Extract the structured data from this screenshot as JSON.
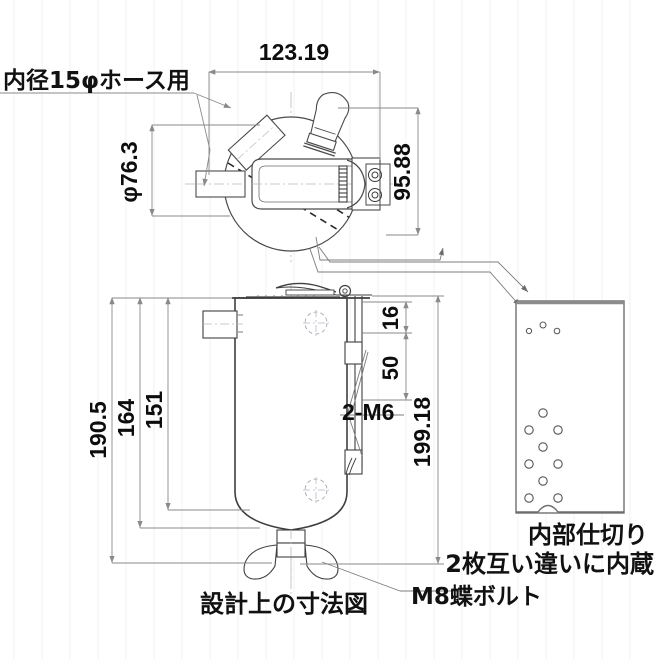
{
  "drawing": {
    "title": "設計上の寸法図",
    "background_color": "#ffffff",
    "line_color": "#3f3f3f",
    "dim_line_color": "#8a8a8a",
    "text_color": "#111111"
  },
  "labels": {
    "hose_note": "内径15φホース用",
    "partition_note_line1": "内部仕切り",
    "partition_note_line2": "2枚互い違いに内蔵",
    "bolt_note": "M8蝶ボルト",
    "thread_note": "2-M6",
    "title_note": "設計上の寸法図"
  },
  "dimensions": {
    "top_width": "123.19",
    "top_diameter": "φ76.3",
    "top_height": "95.88",
    "side_total": "190.5",
    "side_body": "164",
    "side_inner": "151",
    "side_right_total": "199.18",
    "side_mount_spacing": "50",
    "side_mount_top": "16"
  },
  "views": {
    "top_view_name": "top-plan-view",
    "side_view_name": "side-elevation-view",
    "panel_view_name": "internal-partition-plate-view"
  }
}
